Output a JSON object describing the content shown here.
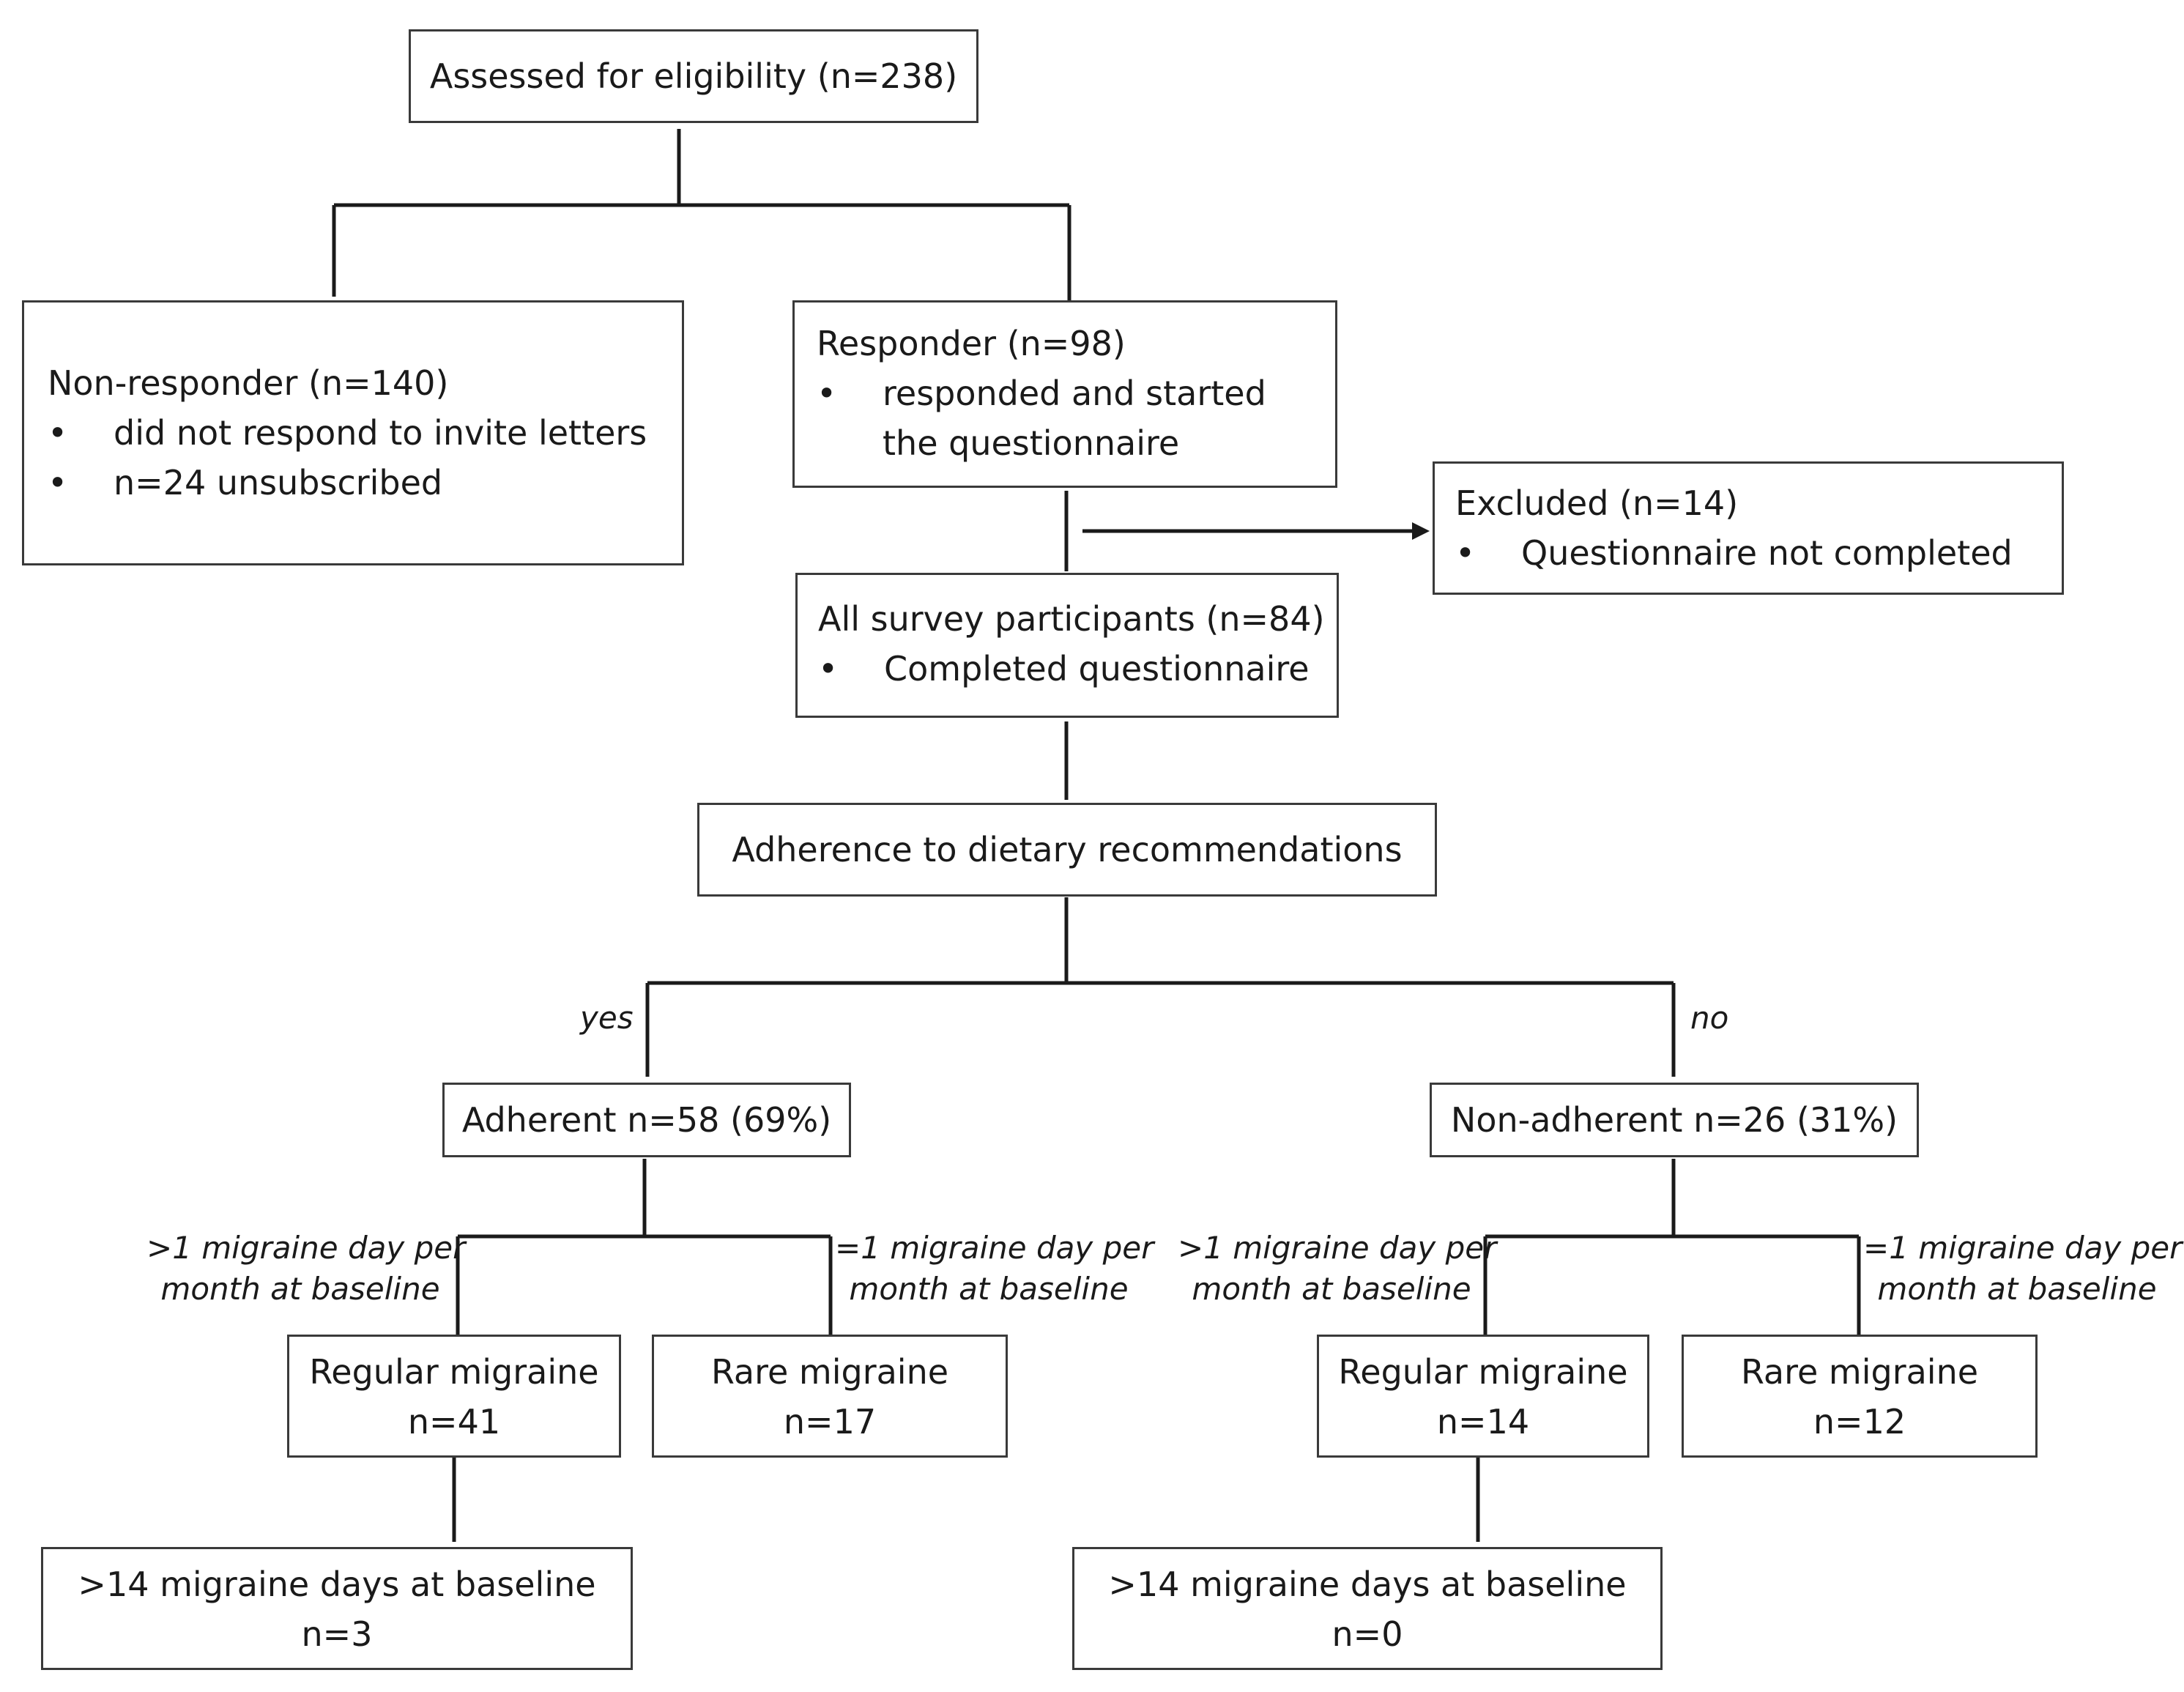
{
  "nodes": {
    "eligibility": {
      "text": "Assessed for eligibility (n=238)"
    },
    "non_responder": {
      "title": "Non-responder (n=140)",
      "bullets": [
        "did not respond to invite letters",
        "n=24 unsubscribed"
      ]
    },
    "responder": {
      "title": "Responder (n=98)",
      "bullets": [
        "responded and started",
        "the questionnaire"
      ]
    },
    "excluded": {
      "title": "Excluded (n=14)",
      "bullets": [
        "Questionnaire not completed"
      ]
    },
    "participants": {
      "title": "All survey participants (n=84)",
      "bullets": [
        "Completed questionnaire"
      ]
    },
    "adherence": {
      "text": "Adherence to dietary recommendations"
    },
    "adherent": {
      "text": "Adherent n=58 (69%)"
    },
    "non_adherent": {
      "text": "Non-adherent n=26 (31%)"
    },
    "adh_regular": {
      "line1": "Regular migraine",
      "line2": "n=41"
    },
    "adh_rare": {
      "line1": "Rare migraine",
      "line2": "n=17"
    },
    "non_regular": {
      "line1": "Regular migraine",
      "line2": "n=14"
    },
    "non_rare": {
      "line1": "Rare migraine",
      "line2": "n=12"
    },
    "adh_chronic": {
      "line1": ">14 migraine days at baseline",
      "line2": "n=3"
    },
    "non_chronic": {
      "line1": ">14 migraine days at baseline",
      "line2": "n=0"
    }
  },
  "edge_labels": {
    "yes": "yes",
    "no": "no",
    "more_than_one": [
      ">1 migraine day per",
      "month at baseline"
    ],
    "equals_one": [
      "=1 migraine day per",
      "month at baseline"
    ]
  },
  "bullet_glyph": "•"
}
